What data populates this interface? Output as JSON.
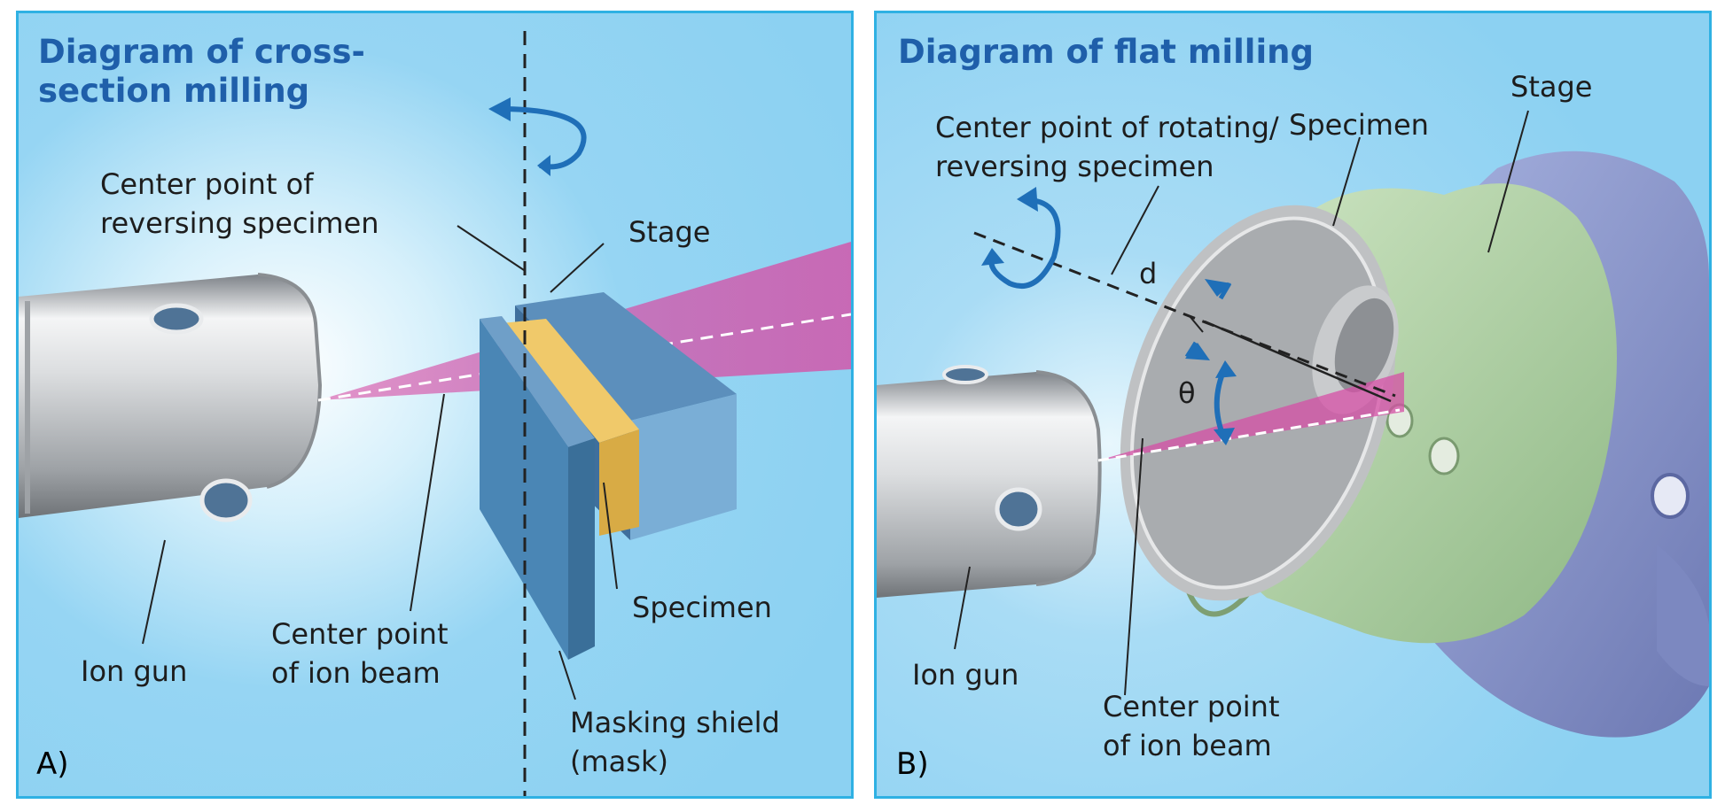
{
  "panel_a": {
    "title_line1": "Diagram of cross-",
    "title_line2": "section milling",
    "label_center_reversing_1": "Center point of",
    "label_center_reversing_2": "reversing specimen",
    "label_stage": "Stage",
    "label_specimen": "Specimen",
    "label_ion_gun": "Ion gun",
    "label_center_beam_1": "Center point",
    "label_center_beam_2": "of ion beam",
    "label_mask_1": "Masking shield",
    "label_mask_2": "(mask)",
    "panel_letter": "A)"
  },
  "panel_b": {
    "title": "Diagram of flat milling",
    "label_center_rotating_1": "Center point of rotating/",
    "label_center_rotating_2": "reversing specimen",
    "label_specimen": "Specimen",
    "label_stage": "Stage",
    "label_d": "d",
    "label_theta": "θ",
    "label_ion_gun": "Ion gun",
    "label_center_beam_1": "Center point",
    "label_center_beam_2": "of ion beam",
    "panel_letter": "B)"
  },
  "colors": {
    "background": "#8fd3f3",
    "border": "#2fb1e3",
    "title": "#1f5faa",
    "arrow": "#1f6fb8",
    "beam": "#d64fa6",
    "specimen_gold": "#e8c061",
    "mask_blue": "#4a86b5",
    "stage_green": "#b4d6a8",
    "stage_purple": "#8c9ad2"
  }
}
